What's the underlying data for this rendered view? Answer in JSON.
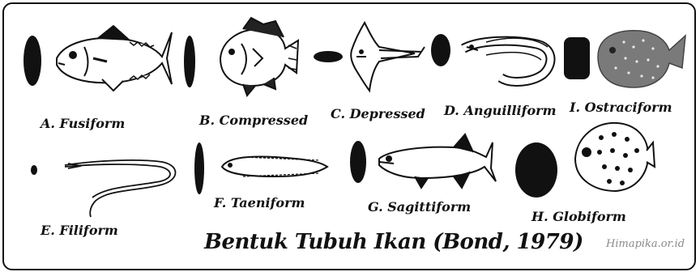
{
  "title": "Bentuk Tubuh Ikan (Bond, 1979)",
  "credit": "Himapika.or.id",
  "forms": [
    {
      "label": "A. Fusiform",
      "icon": "fusiform-fish-icon"
    },
    {
      "label": "B. Compressed",
      "icon": "compressed-fish-icon"
    },
    {
      "label": "C. Depressed",
      "icon": "depressed-ray-icon"
    },
    {
      "label": "D. Anguilliform",
      "icon": "anguilliform-eel-icon"
    },
    {
      "label": "I. Ostraciform",
      "icon": "ostraciform-boxfish-icon"
    },
    {
      "label": "E. Filiform",
      "icon": "filiform-fish-icon"
    },
    {
      "label": "F. Taeniform",
      "icon": "taeniform-fish-icon"
    },
    {
      "label": "G. Sagittiform",
      "icon": "sagittiform-fish-icon"
    },
    {
      "label": "H. Globiform",
      "icon": "globiform-fish-icon"
    }
  ],
  "colors": {
    "ink": "#111111",
    "credit": "#8a8a8a",
    "boxfish": "#7a7a7a"
  }
}
